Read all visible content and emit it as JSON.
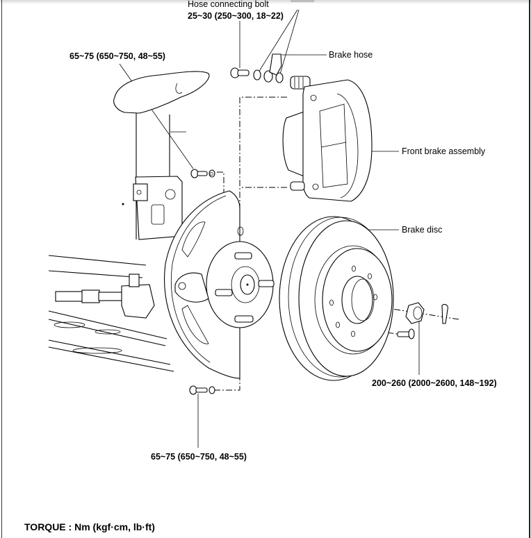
{
  "diagram": {
    "title_note": "TORQUE : Nm (kgf·cm, lb·ft)",
    "labels": {
      "hose_bolt_name": "Hose connecting bolt",
      "hose_bolt_torque": "25~30 (250~300, 18~22)",
      "brake_hose": "Brake hose",
      "front_brake_assembly": "Front brake assembly",
      "brake_disc": "Brake disc",
      "upper_bolt_torque": "65~75 (650~750, 48~55)",
      "lower_bolt_torque": "65~75 (650~750, 48~55)",
      "hub_nut_torque": "200~260 (2000~2600, 148~192)"
    },
    "components": [
      "strut-assembly",
      "knuckle",
      "dust-cover",
      "wheel-hub",
      "tie-rod-end",
      "lower-arm",
      "brake-caliper",
      "brake-disc",
      "hub-nut",
      "split-pin",
      "disc-screw",
      "hose-bolt",
      "washers",
      "caliper-mounting-bolts"
    ]
  }
}
